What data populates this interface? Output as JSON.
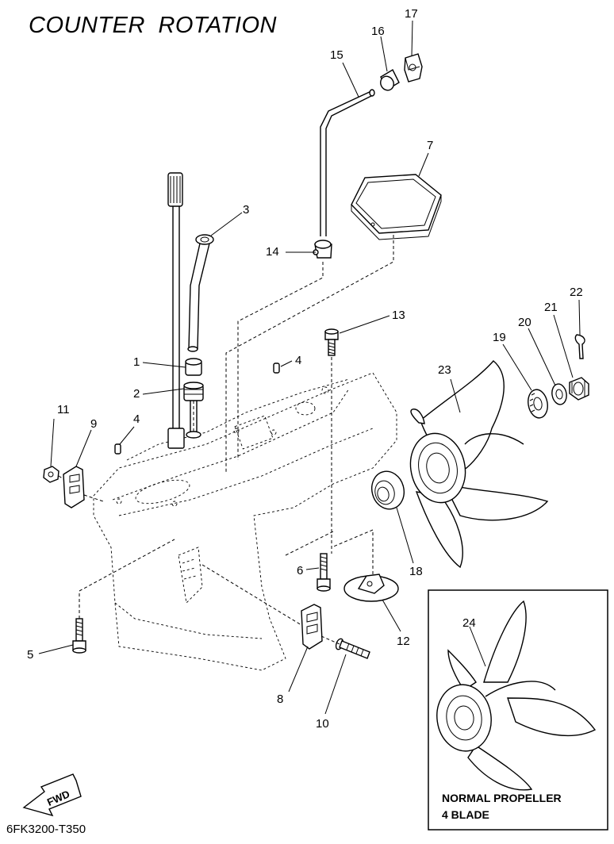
{
  "title": "COUNTER  ROTATION",
  "catalog_code": "6FK3200-T350",
  "fwd_label": "FWD",
  "inset": {
    "line1": "NORMAL PROPELLER",
    "line2": "4 BLADE"
  },
  "callouts": [
    "1",
    "2",
    "3",
    "4",
    "4",
    "5",
    "6",
    "7",
    "8",
    "9",
    "10",
    "11",
    "12",
    "13",
    "14",
    "15",
    "16",
    "17",
    "18",
    "19",
    "20",
    "21",
    "22",
    "23",
    "24"
  ]
}
